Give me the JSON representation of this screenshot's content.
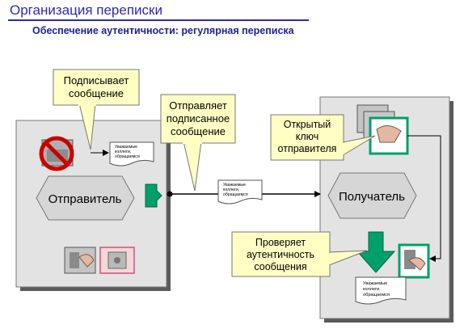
{
  "header": {
    "title": "Организация переписки",
    "subtitle": "Обеспечение аутентичности: регулярная переписка"
  },
  "sender": {
    "label": "Отправитель"
  },
  "receiver": {
    "label": "Получатель"
  },
  "callouts": {
    "signs": [
      "Подписывает",
      "сообщение"
    ],
    "sends": [
      "Отправляет",
      "подписанное",
      "сообщение"
    ],
    "public_key": [
      "Открытый",
      "ключ",
      "отправителя"
    ],
    "verifies": [
      "Проверяет",
      "аутентичность",
      "сообщения"
    ]
  },
  "message": {
    "lines": [
      "Уважаемые",
      "коллеги,",
      "обращаемся"
    ]
  },
  "colors": {
    "panel_fill": "#e3e3e3",
    "callout_fill": "#ffffc4",
    "accent_green": "#00a06a",
    "title_blue": "#2d2ab4"
  }
}
